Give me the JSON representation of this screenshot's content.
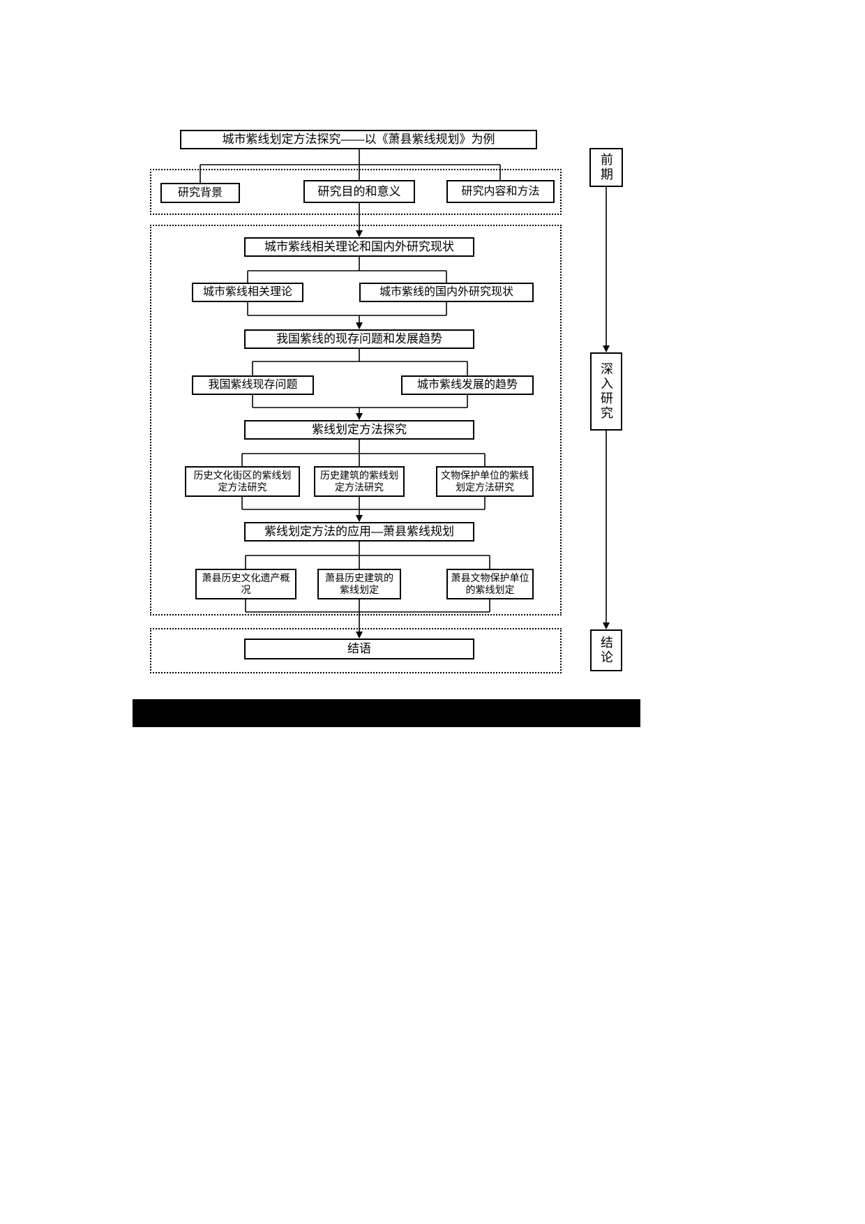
{
  "title_box": "城市紫线划定方法探究——以《萧县紫线规划》为例",
  "stage_labels": {
    "early": "前期",
    "deep": "深入研究",
    "conclusion": "结论"
  },
  "section1": {
    "background": "研究背景",
    "purpose": "研究目的和意义",
    "content_method": "研究内容和方法"
  },
  "section2": {
    "theory_overview": "城市紫线相关理论和国内外研究现状",
    "theory": "城市紫线相关理论",
    "research_status": "城市紫线的国内外研究现状",
    "problems_trends": "我国紫线的现存问题和发展趋势",
    "problems": "我国紫线现存问题",
    "trends": "城市紫线发展的趋势",
    "method_study": "紫线划定方法探究",
    "method_street": "历史文化街区的紫线划定方法研究",
    "method_building": "历史建筑的紫线划定方法研究",
    "method_relic": "文物保护单位的紫线划定方法研究",
    "application": "紫线划定方法的应用—萧县紫线规划",
    "app_heritage": "萧县历史文化遗产概况",
    "app_building": "萧县历史建筑的紫线划定",
    "app_relic": "萧县文物保护单位的紫线划定"
  },
  "section3": {
    "epilogue": "结语"
  }
}
